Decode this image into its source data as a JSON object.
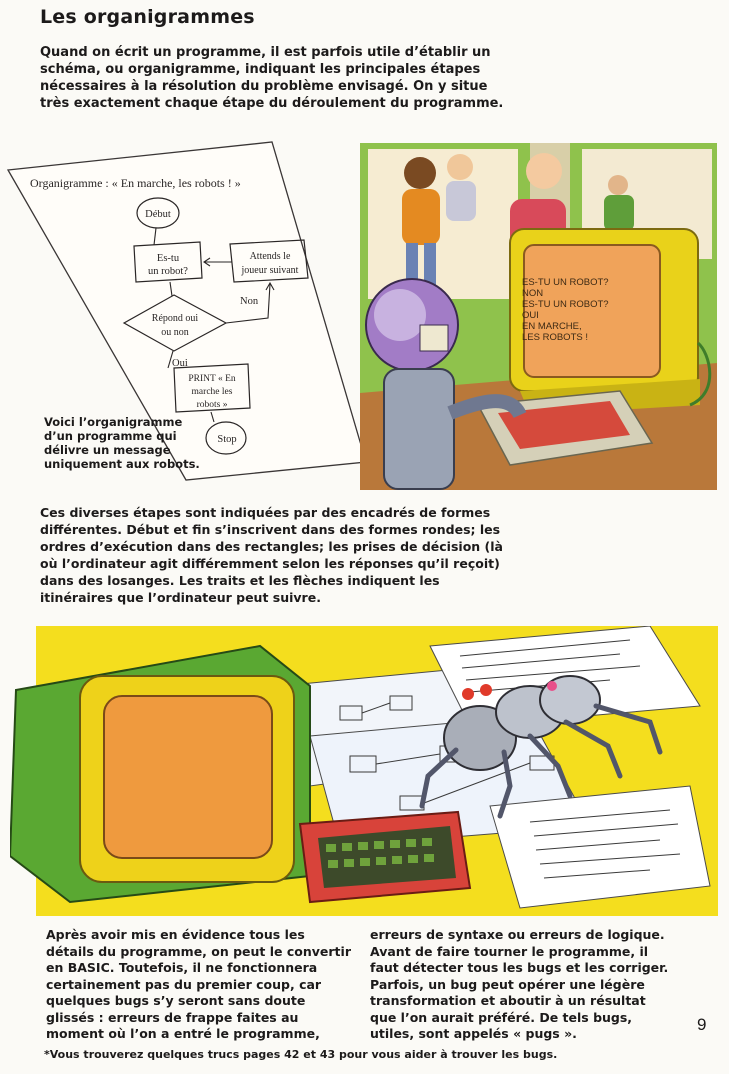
{
  "title": "Les organigrammes",
  "intro": "Quand on écrit un programme, il est parfois utile d’établir un schéma, ou organigramme, indiquant les principales étapes nécessaires à la résolution du problème envisagé. On y situe très exactement chaque étape du déroulement du programme.",
  "flowchart": {
    "heading": "Organigramme : « En marche, les robots ! »",
    "start": "Début",
    "question_1": "Es-tu",
    "question_2": "un robot?",
    "wait_1": "Attends le",
    "wait_2": "joueur suivant",
    "no": "Non",
    "decision_1": "Répond oui",
    "decision_2": "ou non",
    "yes": "Oui",
    "print_1": "PRINT « En",
    "print_2": "marche les",
    "print_3": "robots »",
    "stop": "Stop"
  },
  "caption": "Voici l’organigramme d’un programme qui délivre un message uniquement aux robots.",
  "screen": {
    "line1": "ES-TU UN ROBOT?",
    "line2": "NON",
    "line3": "ES-TU UN ROBOT?",
    "line4": "OUI",
    "line5": "EN MARCHE,",
    "line6": "LES ROBOTS !"
  },
  "middle_text": "Ces diverses étapes sont indiquées par des encadrés de formes différentes. Début et fin s’inscrivent dans des formes rondes; les ordres d’exécution dans des rectangles; les prises de décision (là où l’ordinateur agit différemment selon les réponses qu’il reçoit) dans des losanges. Les traits et les flèches indiquent les itinéraires que l’ordinateur peut suivre.",
  "column_1": "Après avoir mis en évidence tous les détails du programme, on peut le convertir en BASIC. Toutefois, il ne fonctionnera certainement pas du premier coup, car quelques bugs s’y seront sans doute glissés : erreurs de frappe faites au moment où l’on a entré le programme,",
  "column_2": "erreurs de syntaxe ou erreurs de logique. Avant de faire tourner le programme, il faut détecter tous les bugs et les corriger. Parfois, un bug peut opérer une légère transformation et aboutir à un résultat que l’on aurait préféré. De tels bugs, utiles, sont appelés « pugs ».",
  "page_number": "9",
  "footnote": "*Vous trouverez quelques trucs pages 42 et 43 pour vous aider à trouver les bugs.",
  "colors": {
    "yellow": "#f2d71a",
    "green": "#5aa832",
    "orange_screen": "#ef9a3e",
    "red_keyboard": "#d8433a"
  }
}
